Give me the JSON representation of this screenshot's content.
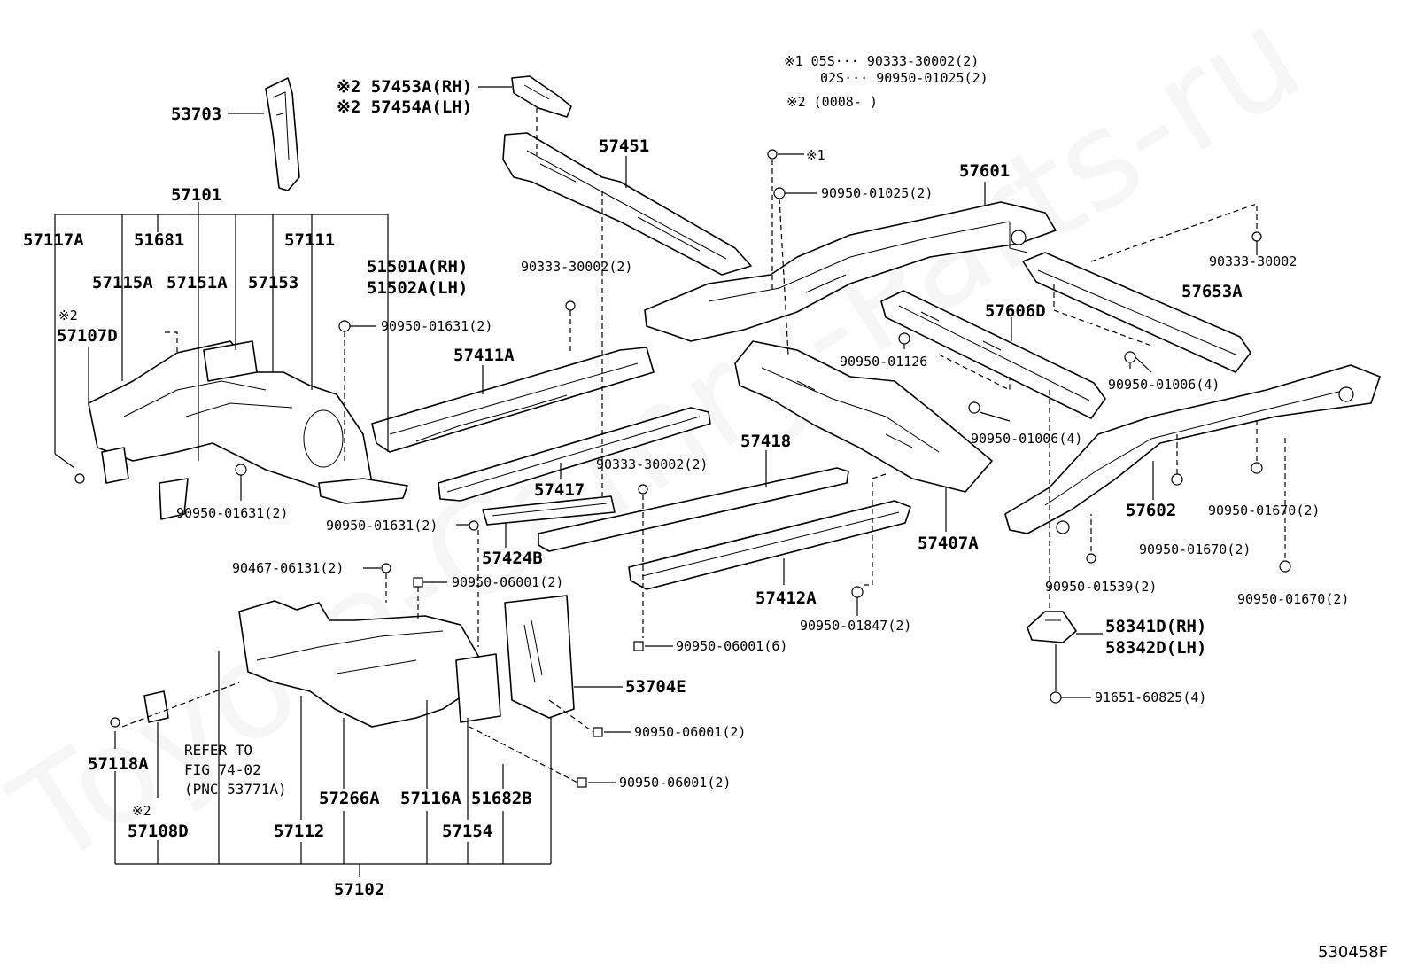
{
  "watermark": "Toyota-Camry-Parts-ru",
  "catalog_number": "530458F",
  "notes": {
    "note1_line1": "※1 05S··· 90333-30002(2)",
    "note1_line2": "02S··· 90950-01025(2)",
    "note2": "※2 (0008-    )"
  },
  "refer": {
    "line1": "REFER TO",
    "line2": "FIG 74-02",
    "line3": "(PNC 53771A)"
  },
  "parts": {
    "p53703": "53703",
    "p57453a": "※2 57453A(RH)",
    "p57454a": "※2 57454A(LH)",
    "p57451": "57451",
    "p57101": "57101",
    "p57117a": "57117A",
    "p51681": "51681",
    "p57111": "57111",
    "p57115a": "57115A",
    "p57151a": "57151A",
    "p57153": "57153",
    "p51501a": "51501A(RH)",
    "p51502a": "51502A(LH)",
    "p57107d_mark": "※2",
    "p57107d": "57107D",
    "f90950_01631_2a": "90950-01631(2)",
    "f90333_30002_2a": "90333-30002(2)",
    "p57411a": "57411A",
    "f90950_01631_2b": "90950-01631(2)",
    "f90950_01631_2c": "90950-01631(2)",
    "p57417": "57417",
    "f90333_30002_2b": "90333-30002(2)",
    "p57418": "57418",
    "p57424b": "57424B",
    "f90467_06131": "90467-06131(2)",
    "f90950_06001_2a": "90950-06001(2)",
    "p57412a": "57412A",
    "f90950_01847": "90950-01847(2)",
    "f90950_06001_6": "90950-06001(6)",
    "p57407a": "57407A",
    "fx1": "※1",
    "f90950_01025": "90950-01025(2)",
    "p57601": "57601",
    "f90333_30002": "90333-30002",
    "p57653a": "57653A",
    "p57606d": "57606D",
    "f90950_01126": "90950-01126",
    "f90950_01006_4a": "90950-01006(4)",
    "f90950_01006_4b": "90950-01006(4)",
    "p57602": "57602",
    "f90950_01670_2a": "90950-01670(2)",
    "f90950_01670_2b": "90950-01670(2)",
    "f90950_01670_2c": "90950-01670(2)",
    "f90950_01539": "90950-01539(2)",
    "p58341d": "58341D(RH)",
    "p58342d": "58342D(LH)",
    "f91651_60825": "91651-60825(4)",
    "p53704e": "53704E",
    "f90950_06001_2b": "90950-06001(2)",
    "f90950_06001_2c": "90950-06001(2)",
    "p57118a": "57118A",
    "p57108d_mark": "※2",
    "p57108d": "57108D",
    "p57112": "57112",
    "p57266a": "57266A",
    "p57116a": "57116A",
    "p51682b": "51682B",
    "p57154": "57154",
    "p57102": "57102"
  }
}
